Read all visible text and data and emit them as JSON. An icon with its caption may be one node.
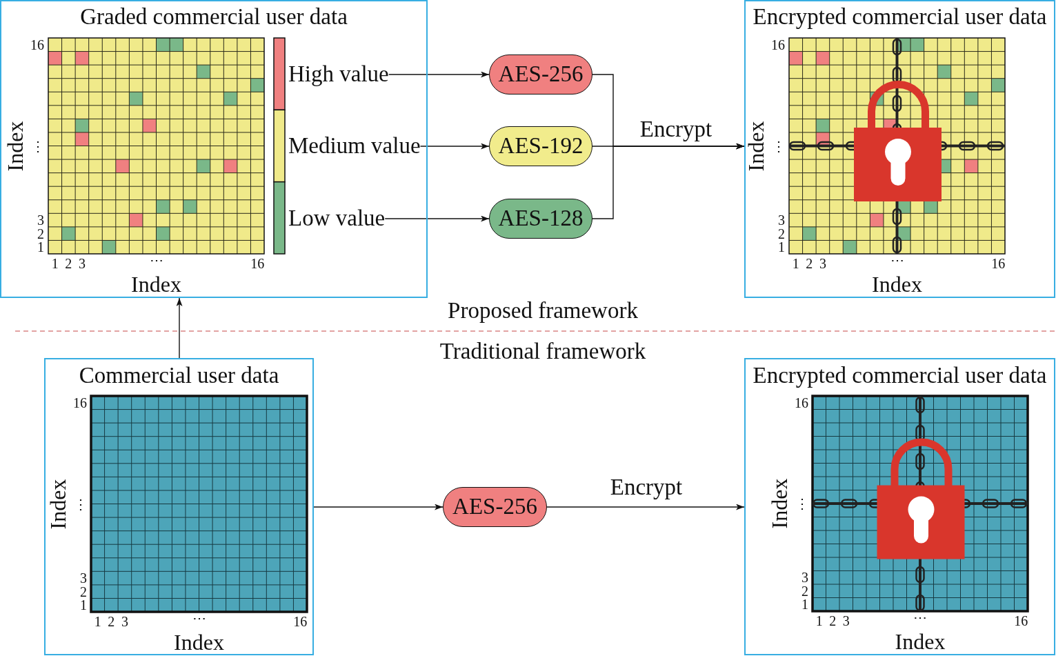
{
  "diagram": {
    "nodes": [
      {
        "text": [
          "Graded commercial user data"
        ]
      },
      {
        "text": [
          "High value"
        ],
        "in": 0
      },
      {
        "text": [
          "Medium value"
        ],
        "in": 0
      },
      {
        "text": [
          "Low value"
        ],
        "in": 0
      },
      {
        "text": [
          "AES-256"
        ]
      },
      {
        "text": [
          "AES-192"
        ]
      },
      {
        "text": [
          "AES-128"
        ]
      },
      {
        "text": [
          "Encrypted commercial user data"
        ]
      },
      {
        "text": [
          "Commercial user data"
        ]
      },
      {
        "text": [
          "AES-256"
        ]
      },
      {
        "text": [
          "Encrypted commercial user data"
        ]
      }
    ],
    "edges": [
      {
        "from": 1,
        "to": 4,
        "arrow": "to"
      },
      {
        "from": 2,
        "to": 5,
        "arrow": "to"
      },
      {
        "from": 3,
        "to": 6,
        "arrow": "to"
      },
      {
        "from": 4,
        "to": 7,
        "arrow": "to"
      },
      {
        "from": 5,
        "to": 7,
        "arrow": "to",
        "label": "Encrypt"
      },
      {
        "from": 6,
        "to": 7,
        "arrow": "to"
      },
      {
        "from": 8,
        "to": 0,
        "arrow": "to"
      },
      {
        "from": 8,
        "to": 9,
        "arrow": "to"
      },
      {
        "from": 9,
        "to": 10,
        "arrow": "to",
        "label": "Encrypt"
      }
    ],
    "labels": [
      "16",
      "⋮",
      "3",
      "2",
      "1",
      "Index",
      "1",
      "2",
      "3",
      "⋯",
      "16",
      "Index",
      "16",
      "⋮",
      "3",
      "2",
      "1",
      "Index",
      "1",
      "2",
      "3",
      "⋯",
      "16",
      "Index",
      "Proposed framework",
      "Traditional framework",
      "16",
      "⋮",
      "3",
      "2",
      "1",
      "Index",
      "1",
      "2",
      "3",
      "⋯",
      "16",
      "Index",
      "16",
      "⋮",
      "3",
      "2",
      "1",
      "Index",
      "1",
      "2",
      "3",
      "⋯",
      "16",
      "Index"
    ]
  }
}
